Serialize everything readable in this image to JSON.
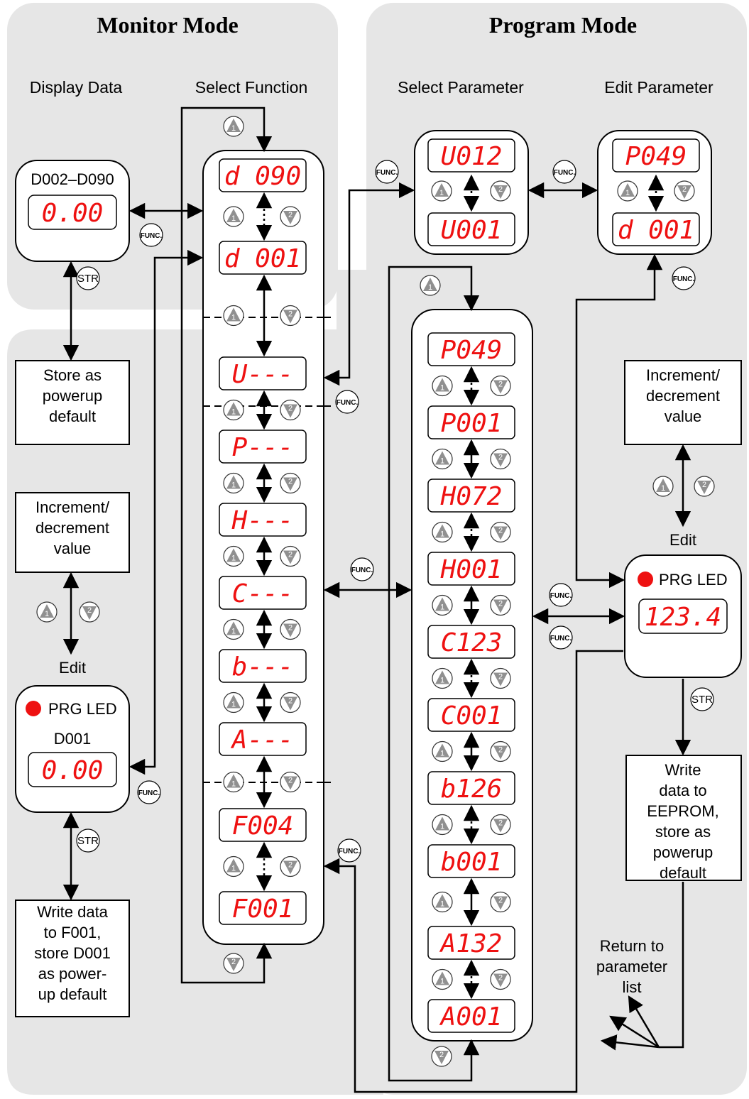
{
  "titles": {
    "monitor": "Monitor Mode",
    "program": "Program Mode"
  },
  "headers": {
    "display_data": "Display Data",
    "select_function": "Select Function",
    "select_parameter": "Select Parameter",
    "edit_parameter": "Edit Parameter"
  },
  "monitor_display": {
    "label": "D002–D090",
    "value": "0.00"
  },
  "store_box": [
    "Store as",
    "powerup",
    "default"
  ],
  "incdec_left": [
    "Increment/",
    "decrement",
    "value"
  ],
  "edit_left": "Edit",
  "edit_d001": {
    "prg": "PRG LED",
    "label": "D001",
    "value": "0.00"
  },
  "write_f001": [
    "Write data",
    "to F001,",
    "store D001",
    "as power-",
    "up default"
  ],
  "function_list": [
    "d 090",
    "d 001",
    "U---",
    "P---",
    "H---",
    "C---",
    "b---",
    "A---",
    "F004",
    "F001"
  ],
  "select_param_box": [
    "U012",
    "U001"
  ],
  "edit_param_box": [
    "P049",
    "d 001"
  ],
  "param_list": [
    "P049",
    "P001",
    "H072",
    "H001",
    "C123",
    "C001",
    "b126",
    "b001",
    "A132",
    "A001"
  ],
  "incdec_right": [
    "Increment/",
    "decrement",
    "value"
  ],
  "edit_right": "Edit",
  "edit_prg": {
    "prg": "PRG LED",
    "value": "123.4"
  },
  "eeprom_box": [
    "Write",
    "data to",
    "EEPROM,",
    "store as",
    "powerup",
    "default"
  ],
  "return_text": [
    "Return to",
    "parameter",
    "list"
  ],
  "buttons": {
    "func": "FUNC.",
    "str": "STR",
    "up": "1",
    "down": "2"
  },
  "colors": {
    "panel": "#e6e6e6",
    "led": "#ee1111",
    "button": "#909090"
  }
}
